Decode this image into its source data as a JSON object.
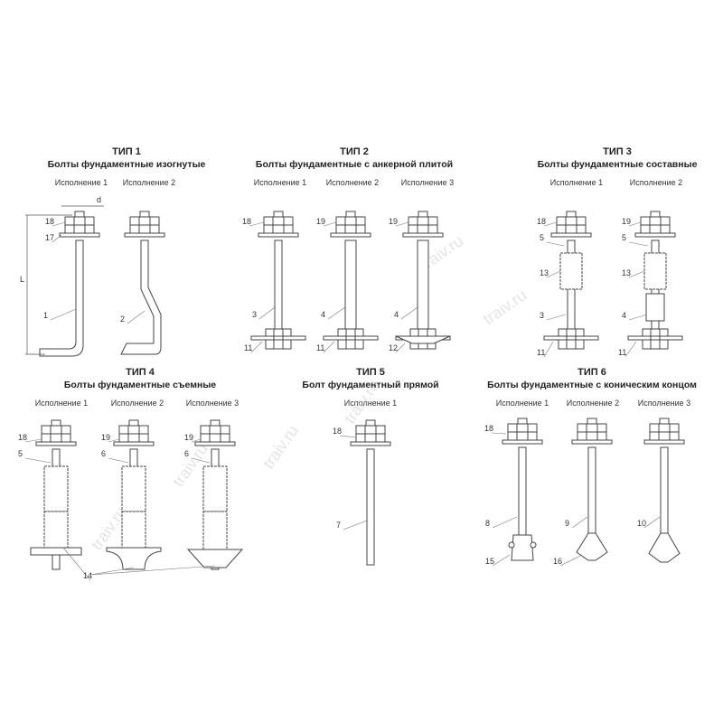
{
  "watermark": "traiv.ru",
  "groups": [
    {
      "type": "ТИП 1",
      "title": "Болты фундаментные изогнутые",
      "executions": [
        "Исполнение 1",
        "Исполнение 2"
      ]
    },
    {
      "type": "ТИП 2",
      "title": "Болты фундаментные с анкерной плитой",
      "executions": [
        "Исполнение 1",
        "Исполнение 2",
        "Исполнение 3"
      ]
    },
    {
      "type": "ТИП 3",
      "title": "Болты фундаментные составные",
      "executions": [
        "Исполнение 1",
        "Исполнение 2"
      ]
    },
    {
      "type": "ТИП 4",
      "title": "Болты фундаментные съемные",
      "executions": [
        "Исполнение 1",
        "Исполнение 2",
        "Исполнение 3"
      ]
    },
    {
      "type": "ТИП 5",
      "title": "Болт фундаментный прямой",
      "executions": [
        "Исполнение 1"
      ]
    },
    {
      "type": "ТИП 6",
      "title": "Болты фундаментные с коническим концом",
      "executions": [
        "Исполнение 1",
        "Исполнение 2",
        "Исполнение 3"
      ]
    }
  ],
  "dimensions": {
    "diameter": "d",
    "length": "L"
  },
  "callouts": {
    "t1": [
      "18",
      "17",
      "1",
      "2"
    ],
    "t2": [
      "18",
      "3",
      "11",
      "19",
      "4",
      "11",
      "19",
      "4",
      "12"
    ],
    "t3": [
      "18",
      "5",
      "13",
      "3",
      "11",
      "19",
      "5",
      "13",
      "4",
      "11"
    ],
    "t4": [
      "18",
      "5",
      "19",
      "6",
      "19",
      "6",
      "14"
    ],
    "t5": [
      "18",
      "7"
    ],
    "t6": [
      "18",
      "8",
      "15",
      "9",
      "16",
      "10"
    ]
  }
}
